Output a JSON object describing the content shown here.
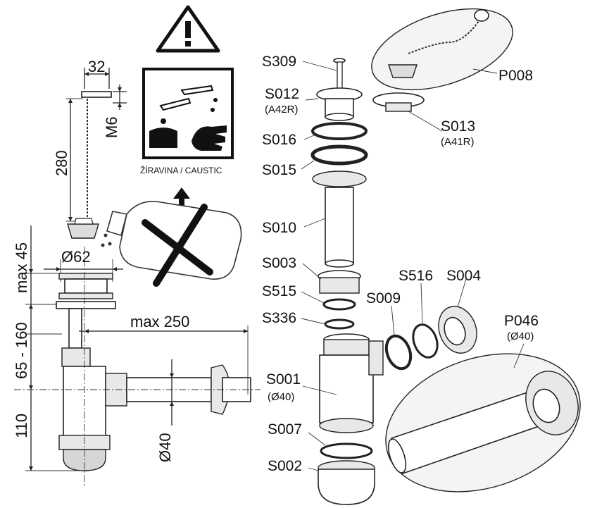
{
  "warning": {
    "caption": "ŽÍRAVINA / CAUSTIC"
  },
  "dimensions": {
    "d32": "32",
    "m6": "M6",
    "d280": "280",
    "max45": "max 45",
    "d62": "Ø62",
    "max250": "max 250",
    "range65_160": "65 - 160",
    "d110": "110",
    "d40": "Ø40"
  },
  "parts": {
    "s309": "S309",
    "s012": "S012",
    "s012_sub": "(A42R)",
    "s016": "S016",
    "s015": "S015",
    "s010": "S010",
    "s003": "S003",
    "s515": "S515",
    "s336": "S336",
    "s001": "S001",
    "s001_sub": "(Ø40)",
    "s007": "S007",
    "s002": "S002",
    "p008": "P008",
    "s013": "S013",
    "s013_sub": "(A41R)",
    "s516": "S516",
    "s004": "S004",
    "s009": "S009",
    "p046": "P046",
    "p046_sub": "(Ø40)"
  }
}
